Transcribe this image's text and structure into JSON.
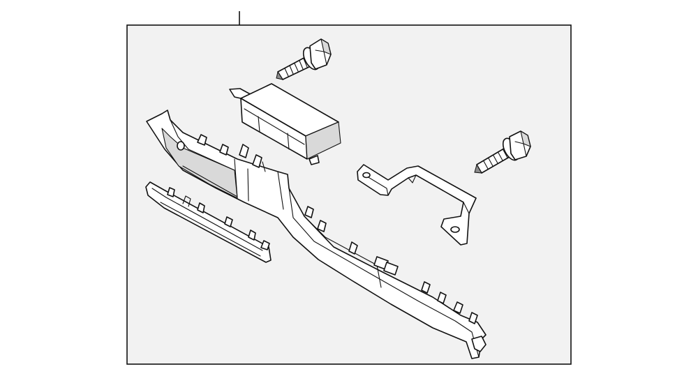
{
  "diagram": {
    "background_color": "#ffffff",
    "frame_fill_color": "#f2f2f2",
    "line_color": "#111111",
    "parts": [
      {
        "name": "glove-box-lower-trim-panel"
      },
      {
        "name": "trim-strip"
      },
      {
        "name": "control-module"
      },
      {
        "name": "mounting-bracket"
      },
      {
        "name": "flange-bolt-upper"
      },
      {
        "name": "flange-bolt-right"
      }
    ]
  }
}
